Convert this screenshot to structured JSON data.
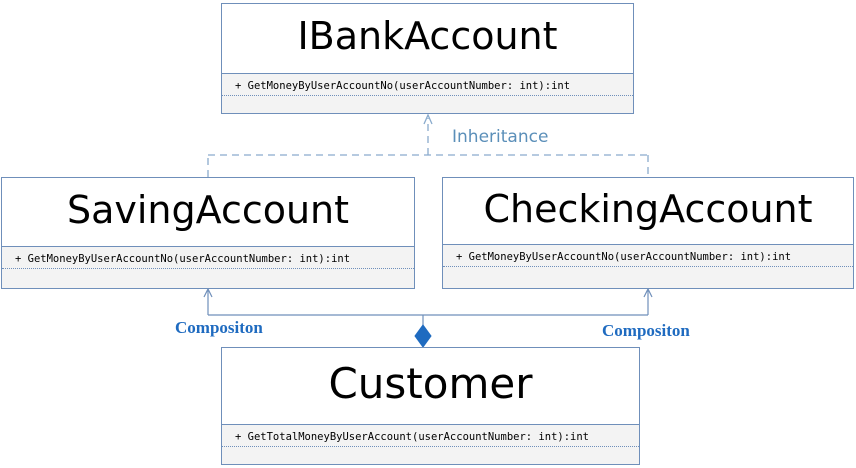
{
  "classes": {
    "ibank": {
      "name": "IBankAccount",
      "operation": "+ GetMoneyByUserAccountNo(userAccountNumber: int):int"
    },
    "saving": {
      "name": "SavingAccount",
      "operation": "+ GetMoneyByUserAccountNo(userAccountNumber: int):int"
    },
    "checking": {
      "name": "CheckingAccount",
      "operation": "+ GetMoneyByUserAccountNo(userAccountNumber: int):int"
    },
    "customer": {
      "name": "Customer",
      "operation": "+ GetTotalMoneyByUserAccount(userAccountNumber: int):int"
    }
  },
  "relations": {
    "inheritance_label": "Inheritance",
    "composition_left_label": "Compositon",
    "composition_right_label": "Compositon"
  },
  "colors": {
    "box_border": "#6f8fba",
    "operations_background": "#f3f3f3",
    "inheritance": "#5b8fb9",
    "composition": "#1f6bc0",
    "connector": "#6f8fba"
  }
}
